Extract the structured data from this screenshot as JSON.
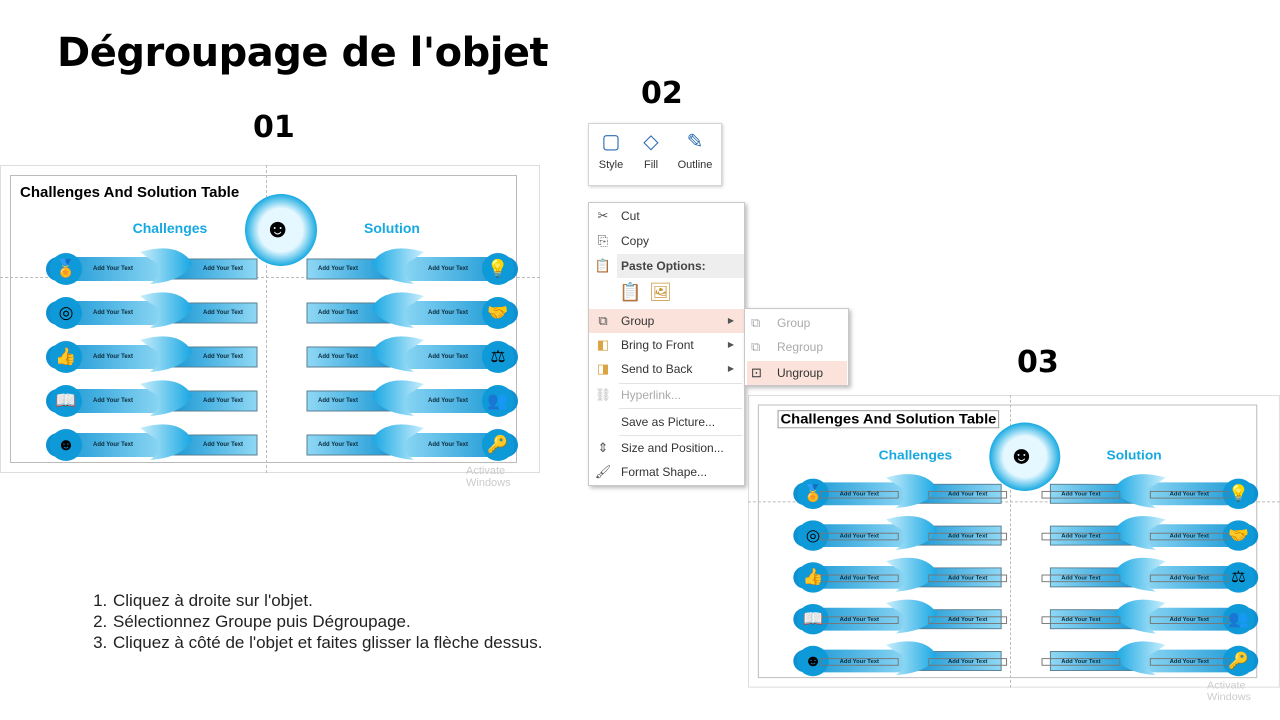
{
  "slide": {
    "title": "Dégroupage de l'objet",
    "step1": "01",
    "step2": "02",
    "step3": "03",
    "steps": [
      "Cliquez à droite sur l'objet.",
      "Sélectionnez Groupe puis Dégroupage.",
      "Cliquez à côté de l'objet et faites glisser la flèche dessus."
    ]
  },
  "diagram": {
    "title": "Challenges And Solution Table",
    "challenges_header": "Challenges",
    "solution_header": "Solution",
    "row_text": "Add Your Text",
    "left_icons": [
      "medal-icon",
      "target-icon",
      "thumbs-up-icon",
      "book-check-icon",
      "head-gear-icon"
    ],
    "right_icons": [
      "lightbulb-icon",
      "handshake-icon",
      "scales-icon",
      "team-icon",
      "key-icon"
    ],
    "left_glyphs": [
      "🏅",
      "◎",
      "👍",
      "📖",
      "☻"
    ],
    "right_glyphs": [
      "💡",
      "🤝",
      "⚖",
      "👥",
      "🔑"
    ],
    "watermark": "Activate Windows",
    "accent": "#17a9e1"
  },
  "ribbon": {
    "style": "Style",
    "fill": "Fill",
    "outline": "Outline"
  },
  "context_menu": {
    "cut": "Cut",
    "copy": "Copy",
    "paste_options": "Paste Options:",
    "group": "Group",
    "bring_to_front": "Bring to Front",
    "send_to_back": "Send to Back",
    "hyperlink": "Hyperlink...",
    "save_as_picture": "Save as Picture...",
    "size_and_position": "Size and Position...",
    "format_shape": "Format Shape..."
  },
  "submenu": {
    "group": "Group",
    "regroup": "Regroup",
    "ungroup": "Ungroup"
  }
}
